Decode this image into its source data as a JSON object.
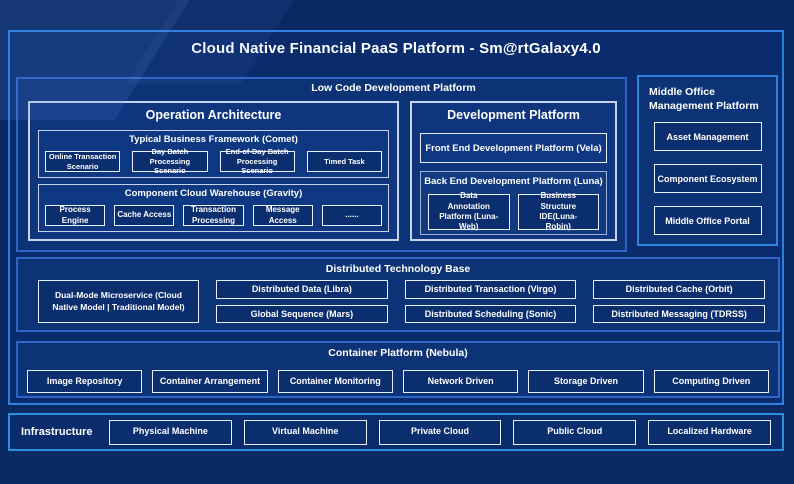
{
  "title": "Cloud Native Financial PaaS Platform - Sm@rtGalaxy4.0",
  "low_code": {
    "label": "Low Code Development Platform",
    "operation_architecture": {
      "title": "Operation Architecture",
      "typical_business_framework": {
        "title": "Typical Business Framework (Comet)",
        "items": [
          "Online Transaction Scenario",
          "Day Batch Processing Scenario",
          "End-of-Day Batch Processing Scenario",
          "Timed Task"
        ]
      },
      "component_cloud_warehouse": {
        "title": "Component Cloud Warehouse (Gravity)",
        "items": [
          "Process Engine",
          "Cache Access",
          "Transaction Processing",
          "Message Access",
          "......"
        ]
      }
    },
    "development_platform": {
      "title": "Development Platform",
      "front_end": "Front End Development Platform (Vela)",
      "back_end": {
        "title": "Back End Development Platform (Luna)",
        "items": [
          "Data Annotation Platform (Luna-Web)",
          "Business Structure IDE(Luna-Robin)"
        ]
      }
    }
  },
  "middle_office": {
    "title": "Middle Office Management Platform",
    "items": [
      "Asset Management",
      "Component Ecosystem",
      "Middle Office Portal"
    ]
  },
  "distributed_technology_base": {
    "title": "Distributed Technology Base",
    "dual_mode": "Dual-Mode Microservice (Cloud Native Model | Traditional Model)",
    "items": [
      "Distributed Data (Libra)",
      "Distributed Transaction (Virgo)",
      "Distributed Cache (Orbit)",
      "Global Sequence (Mars)",
      "Distributed Scheduling (Sonic)",
      "Distributed Messaging (TDRSS)"
    ]
  },
  "container_platform": {
    "title": "Container Platform (Nebula)",
    "items": [
      "Image Repository",
      "Container Arrangement",
      "Container Monitoring",
      "Network Driven",
      "Storage Driven",
      "Computing Driven"
    ]
  },
  "infrastructure": {
    "label": "Infrastructure",
    "items": [
      "Physical Machine",
      "Virtual Machine",
      "Private Cloud",
      "Public Cloud",
      "Localized Hardware"
    ]
  },
  "colors": {
    "bg": "#0a2963",
    "frameFill": "#0a2c6d",
    "frameBorder": "#2e7fe0",
    "blueBorder": "#2d66c6",
    "sectionFill": "#0d3377",
    "lightBorder": "#c6d3e8",
    "subFill": "#0e357d",
    "subFill2": "#0f3882",
    "leafBorder": "#e9eff9",
    "leafFill": "#0b2e6f",
    "grayBorder": "#9fb2d4",
    "backendFill": "#123a80",
    "moBorder": "#2e82dd",
    "infraBorder": "#2d8fdf"
  }
}
